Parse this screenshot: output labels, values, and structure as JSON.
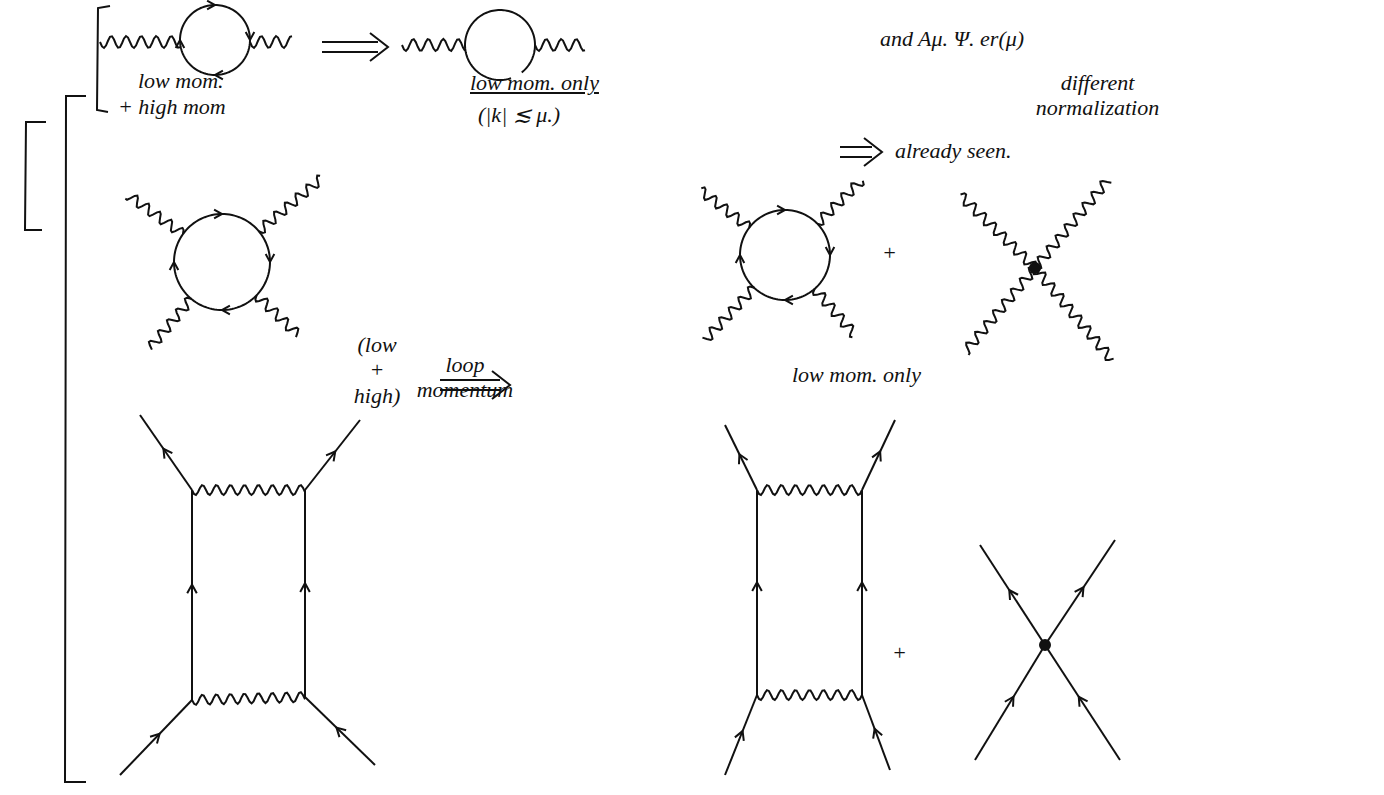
{
  "diagram": {
    "labels": [
      "low mom.",
      "+ high mom",
      "low mom. only",
      "(|k| ≲ μ.)",
      "and Aμ. Ψ. er(μ)",
      "different normalization",
      "already seen.",
      "(low + high)",
      "loop momentum",
      "low mom. only",
      "+",
      "+"
    ]
  }
}
